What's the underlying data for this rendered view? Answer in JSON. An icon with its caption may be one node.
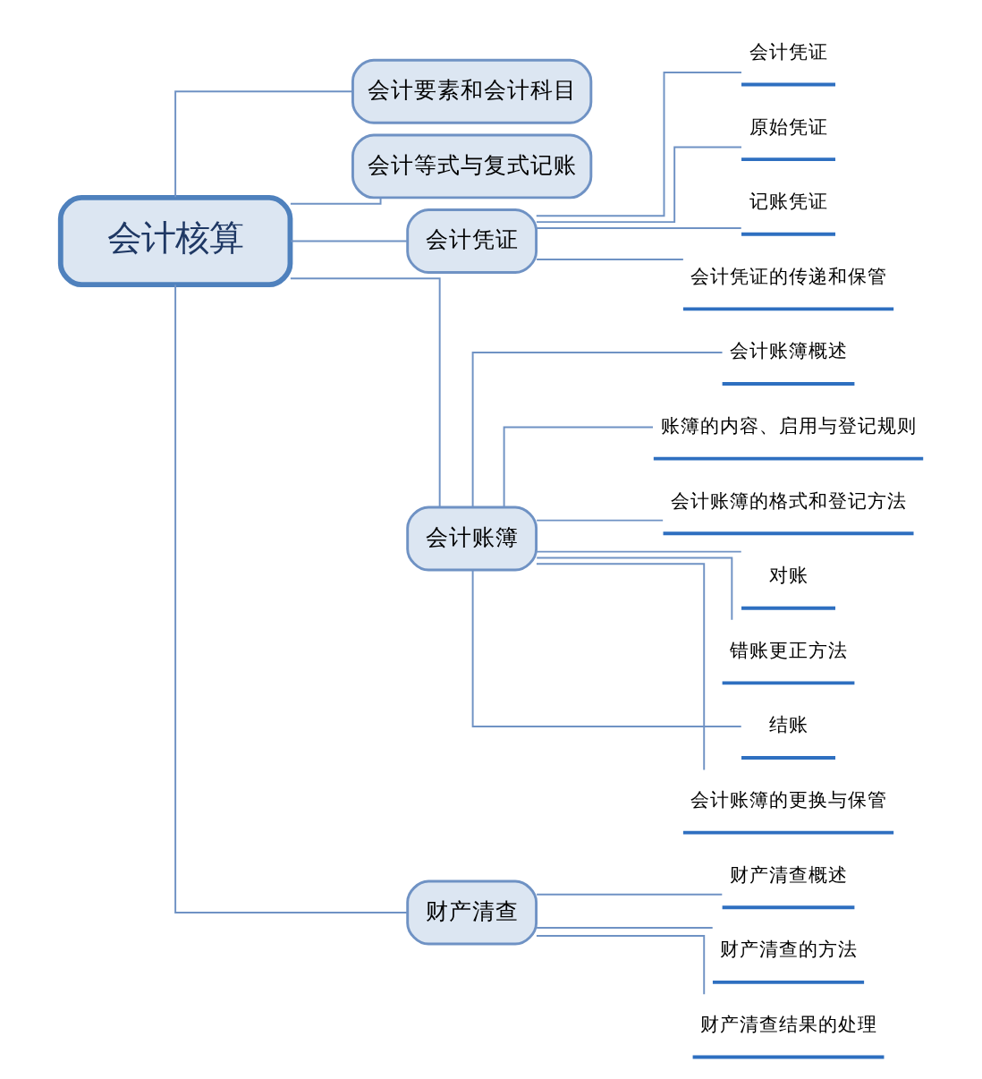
{
  "diagram": {
    "nodes": [
      {
        "text": [
          "会计核算"
        ]
      },
      {
        "text": [
          "会计要素和会计科目"
        ]
      },
      {
        "text": [
          "会计等式与复式记账"
        ]
      },
      {
        "text": [
          "会计凭证"
        ]
      },
      {
        "text": [
          "会计账簿"
        ]
      },
      {
        "text": [
          "财产清查"
        ]
      },
      {
        "text": [
          "会计凭证"
        ]
      },
      {
        "text": [
          "原始凭证"
        ]
      },
      {
        "text": [
          "记账凭证"
        ]
      },
      {
        "text": [
          "会计凭证的传递和保管"
        ]
      },
      {
        "text": [
          "会计账簿概述"
        ]
      },
      {
        "text": [
          "账簿的内容、启用与登记规则"
        ]
      },
      {
        "text": [
          "会计账簿的格式和登记方法"
        ]
      },
      {
        "text": [
          "对账"
        ]
      },
      {
        "text": [
          "错账更正方法"
        ]
      },
      {
        "text": [
          "结账"
        ]
      },
      {
        "text": [
          "会计账簿的更换与保管"
        ]
      },
      {
        "text": [
          "财产清查概述"
        ]
      },
      {
        "text": [
          "财产清查的方法"
        ]
      },
      {
        "text": [
          "财产清查结果的处理"
        ]
      }
    ],
    "edges": [
      {
        "from": 0,
        "to": 1,
        "arrow": "none"
      },
      {
        "from": 0,
        "to": 2,
        "arrow": "none"
      },
      {
        "from": 0,
        "to": 3,
        "arrow": "none"
      },
      {
        "from": 0,
        "to": 4,
        "arrow": "none"
      },
      {
        "from": 0,
        "to": 5,
        "arrow": "none"
      },
      {
        "from": 3,
        "to": 6,
        "arrow": "none"
      },
      {
        "from": 3,
        "to": 7,
        "arrow": "none"
      },
      {
        "from": 3,
        "to": 8,
        "arrow": "none"
      },
      {
        "from": 3,
        "to": 9,
        "arrow": "none"
      },
      {
        "from": 4,
        "to": 10,
        "arrow": "none"
      },
      {
        "from": 4,
        "to": 11,
        "arrow": "none"
      },
      {
        "from": 4,
        "to": 12,
        "arrow": "none"
      },
      {
        "from": 4,
        "to": 13,
        "arrow": "none"
      },
      {
        "from": 4,
        "to": 14,
        "arrow": "none"
      },
      {
        "from": 4,
        "to": 15,
        "arrow": "none"
      },
      {
        "from": 4,
        "to": 16,
        "arrow": "none"
      },
      {
        "from": 5,
        "to": 17,
        "arrow": "none"
      },
      {
        "from": 5,
        "to": 18,
        "arrow": "none"
      },
      {
        "from": 5,
        "to": 19,
        "arrow": "none"
      }
    ]
  }
}
